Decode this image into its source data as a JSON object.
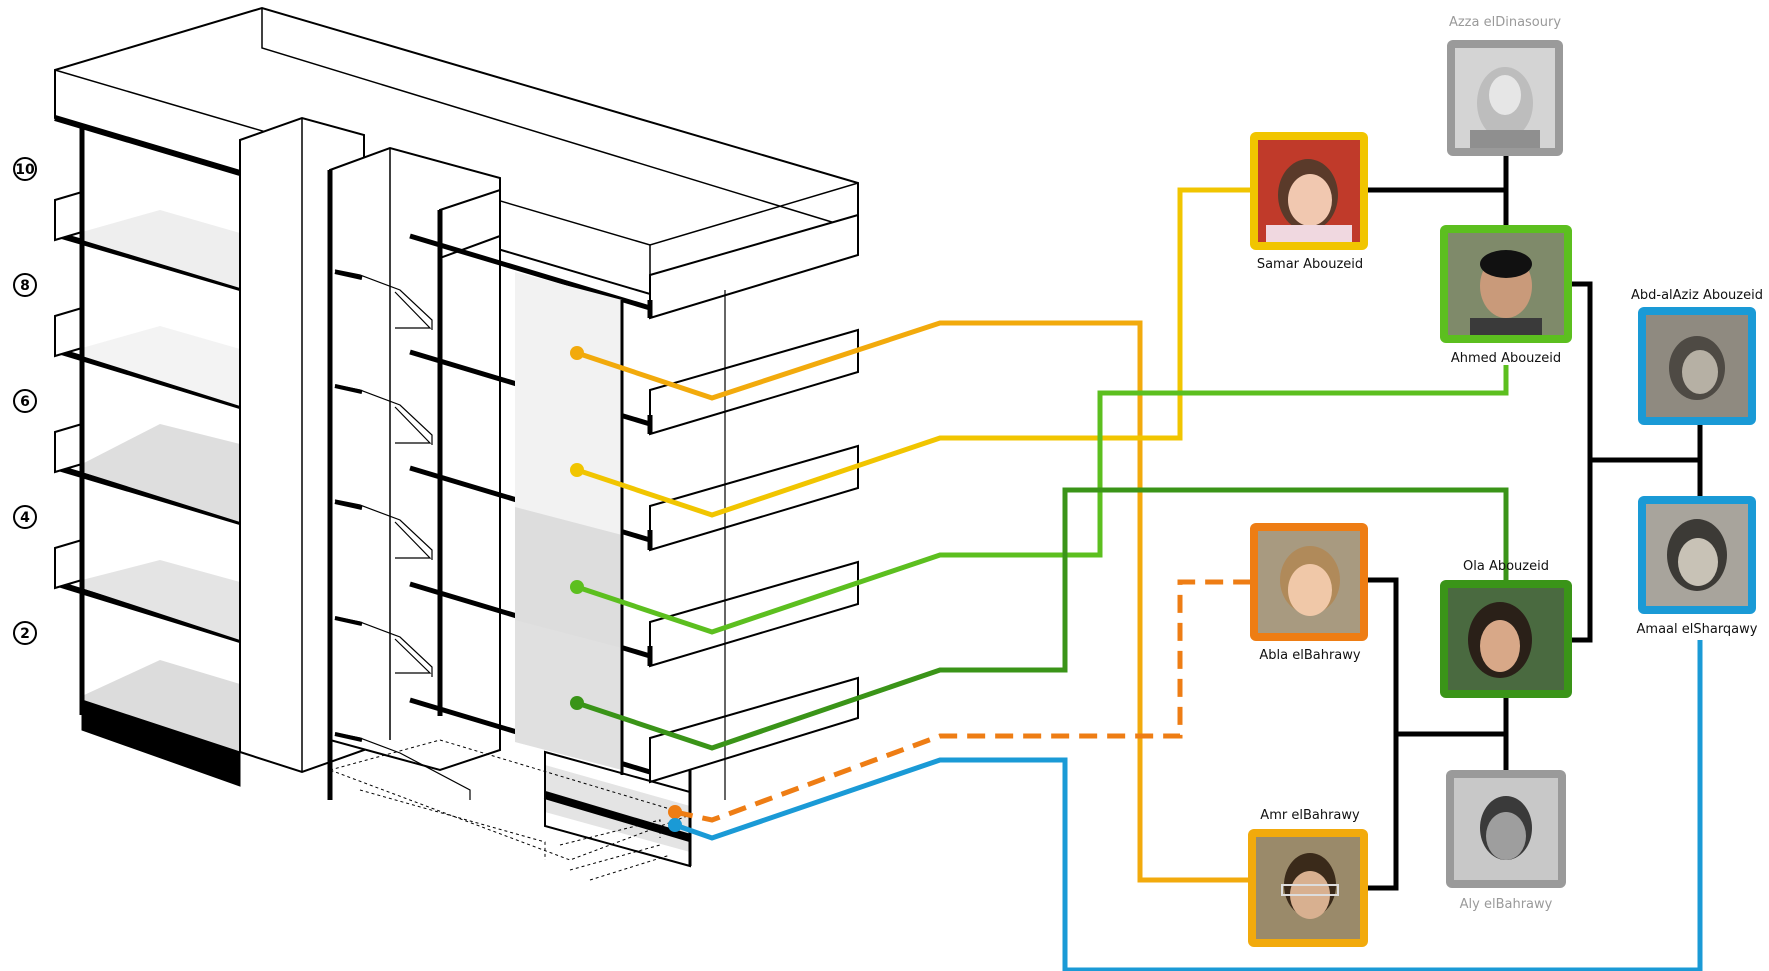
{
  "floor_markers": [
    "10",
    "8",
    "6",
    "4",
    "2"
  ],
  "people": {
    "azza": {
      "name": "Azza elDinasoury",
      "color": "#9a9a9a",
      "dim": true
    },
    "samar": {
      "name": "Samar Abouzeid",
      "color": "#f1c500",
      "dim": false
    },
    "ahmed": {
      "name": "Ahmed Abouzeid",
      "color": "#5cbf1f",
      "dim": false
    },
    "abd": {
      "name": "Abd-alAziz Abouzeid",
      "color": "#1a9ad6",
      "dim": false
    },
    "amaal": {
      "name": "Amaal elSharqawy",
      "color": "#1a9ad6",
      "dim": false
    },
    "ola": {
      "name": "Ola Abouzeid",
      "color": "#3a9418",
      "dim": false
    },
    "abla": {
      "name": "Abla elBahrawy",
      "color": "#ee7d14",
      "dim": false
    },
    "amr": {
      "name": "Amr elBahrawy",
      "color": "#f2aa0c",
      "dim": false
    },
    "aly": {
      "name": "Aly elBahrawy",
      "color": "#9a9a9a",
      "dim": true
    }
  },
  "colors": {
    "amr_line": "#f2aa0c",
    "samar_line": "#f1c500",
    "ahmed_line": "#5cbf1f",
    "ola_line": "#3a9418",
    "abla_line": "#ee7d14",
    "amaal_line": "#1a9ad6",
    "family_tree": "#000000"
  }
}
